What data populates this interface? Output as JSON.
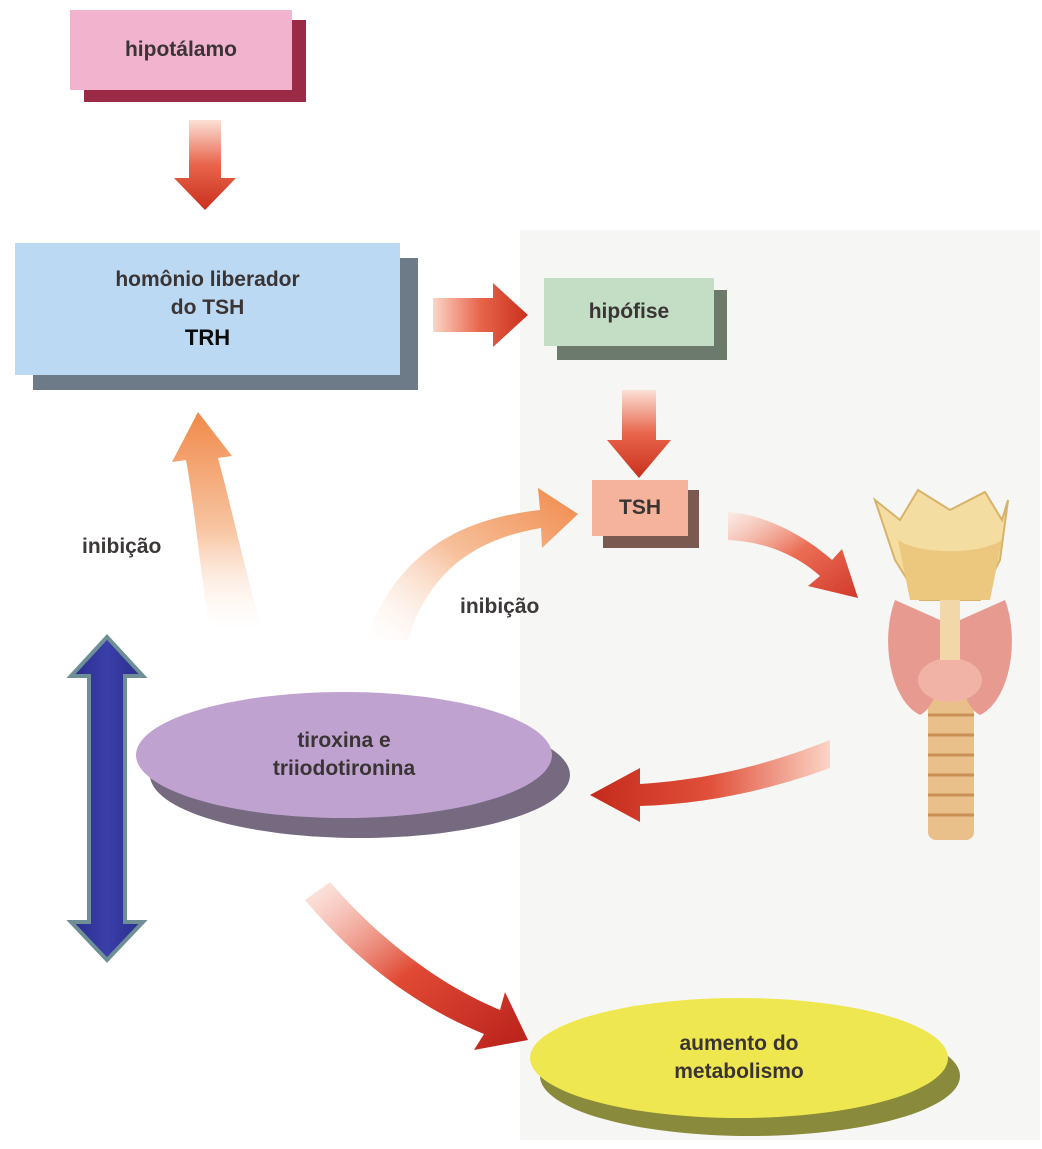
{
  "nodes": {
    "hipotalamo": "hipotálamo",
    "hormonio_line1": "homônio liberador",
    "hormonio_line2": "do TSH",
    "trh": "TRH",
    "hipofise": "hipófise",
    "tsh": "TSH",
    "tiroxina_line1": "tiroxina e",
    "tiroxina_line2": "triiodotironina",
    "metabolismo_line1": "aumento do",
    "metabolismo_line2": "metabolismo"
  },
  "labels": {
    "inibicao_left": "inibição",
    "inibicao_center": "inibição"
  },
  "colors": {
    "hipotalamo_fill": "#f2b3cf",
    "hipotalamo_shadow": "#9a2a46",
    "hormonio_fill": "#bcd9f3",
    "hormonio_shadow": "#6d7a88",
    "hipofise_fill": "#c3dec4",
    "hipofise_shadow": "#6c7a6c",
    "tsh_fill": "#f4b39a",
    "tsh_shadow": "#7a5a50",
    "tiroxina_fill": "#bfa2cf",
    "tiroxina_shadow": "#756a80",
    "metabolismo_fill": "#efe74f",
    "metabolismo_shadow": "#8a8a3c",
    "arrow_red": "#cf3a24",
    "arrow_orange": "#f39a5a",
    "double_arrow": "#2e3092"
  },
  "icons": {
    "thyroid": "thyroid-gland-illustration",
    "double_arrow": "double-headed-vertical-arrow"
  }
}
